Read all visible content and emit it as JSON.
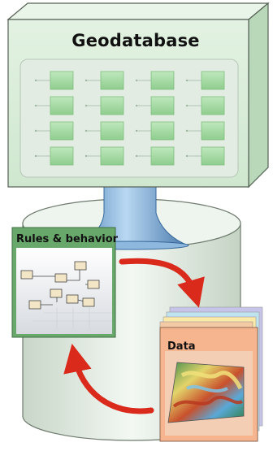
{
  "geodatabase": {
    "title": "Geodatabase",
    "grid": {
      "rows": 4,
      "cols": 4
    }
  },
  "rules_panel": {
    "title": "Rules & behavior"
  },
  "data_panel": {
    "title": "Data"
  },
  "colors": {
    "server_front": "#d8ecd8",
    "server_top": "#e9f5e8",
    "server_side": "#b9d9ba",
    "grid_cell": "#9fd69e",
    "pipe": "#7aa9d4",
    "cylinder": "#dde7dd",
    "rules_panel": "#69a86b",
    "data_panel": "#f6b48f",
    "arrow": "#d92a1c"
  }
}
